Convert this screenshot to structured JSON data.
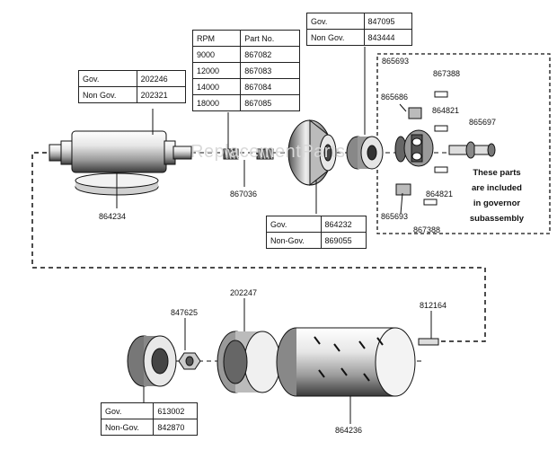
{
  "tables": {
    "rpm": {
      "headers": [
        "RPM",
        "Part No."
      ],
      "rows": [
        [
          "9000",
          "867082"
        ],
        [
          "12000",
          "867083"
        ],
        [
          "14000",
          "867084"
        ],
        [
          "18000",
          "867085"
        ]
      ]
    },
    "top_right": {
      "rows": [
        [
          "Gov.",
          "847095"
        ],
        [
          "Non Gov.",
          "843444"
        ]
      ]
    },
    "left": {
      "rows": [
        [
          "Gov.",
          "202246"
        ],
        [
          "Non Gov.",
          "202321"
        ]
      ]
    },
    "middle": {
      "rows": [
        [
          "Gov.",
          "864232"
        ],
        [
          "Non-Gov.",
          "869055"
        ]
      ]
    },
    "bottom": {
      "rows": [
        [
          "Gov.",
          "613002"
        ],
        [
          "Non-Gov.",
          "842870"
        ]
      ]
    }
  },
  "parts": {
    "p864234": "864234",
    "p867036": "867036",
    "p865693": "865693",
    "p867388_top": "867388",
    "p865686": "865686",
    "p864821_top": "864821",
    "p865697": "865697",
    "p864821_bottom": "864821",
    "p865693_bottom": "865693",
    "p867388_bottom": "867388",
    "p202247": "202247",
    "p847625": "847625",
    "p812164": "812164",
    "p864236": "864236"
  },
  "note": [
    "These parts",
    "are included",
    "in governor",
    "subassembly"
  ],
  "watermark": "ReplacementParts"
}
